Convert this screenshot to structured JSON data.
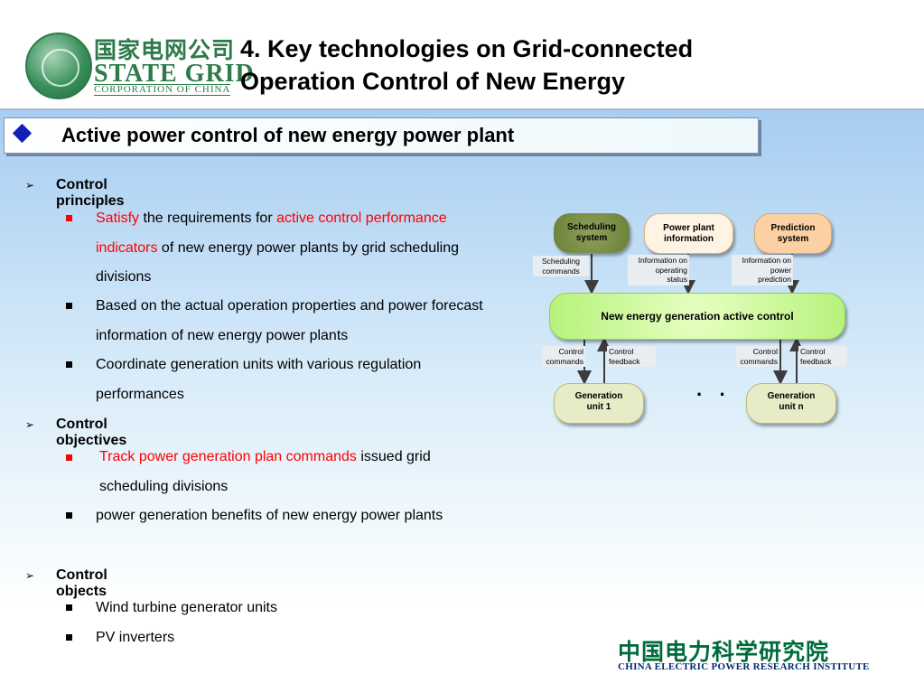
{
  "logo": {
    "cn": "国家电网公司",
    "en": "STATE GRID",
    "sub": "CORPORATION OF CHINA"
  },
  "title": {
    "line1": "4. Key technologies on Grid-connected",
    "line2": "Operation Control of New Energy"
  },
  "section": {
    "title": "Active power control of new energy power plant"
  },
  "content": {
    "principles": {
      "heading": "Control principles",
      "b1": {
        "satisfy": "Satisfy",
        "mid": " the requirements for ",
        "indicators": "active control performance indicators",
        "rest": " of new energy power plants by grid scheduling divisions"
      },
      "b2": "Based on the actual operation properties and power forecast information of new energy power plants",
      "b3": "Coordinate generation units with various regulation performances"
    },
    "objectives": {
      "heading": "Control objectives",
      "b1": {
        "red": "Track power generation plan commands",
        "rest": " issued grid scheduling divisions"
      },
      "b2": " power generation benefits of new energy power plants"
    },
    "objects": {
      "heading": "Control objects",
      "b1": "Wind turbine generator units",
      "b2": "PV inverters"
    }
  },
  "diagram": {
    "scheduling": [
      "Scheduling",
      "system"
    ],
    "power_plant": [
      "Power plant",
      "information"
    ],
    "prediction": [
      "Prediction",
      "system"
    ],
    "sched_cmds": [
      "Scheduling",
      "commands"
    ],
    "op_status": [
      "Information on",
      "operating",
      "status"
    ],
    "pred_info": [
      "Information on",
      "power",
      "prediction"
    ],
    "center": "New energy generation active control",
    "ctrl_cmds": [
      "Control",
      "commands"
    ],
    "ctrl_fb": [
      "Control",
      "feedback"
    ],
    "gen1": [
      "Generation",
      "unit 1"
    ],
    "genn": [
      "Generation",
      "unit n"
    ],
    "dots": "· ·"
  },
  "footer": {
    "cn": "中国电力科学研究院",
    "en": "CHINA ELECTRIC POWER RESEARCH INSTITUTE"
  }
}
